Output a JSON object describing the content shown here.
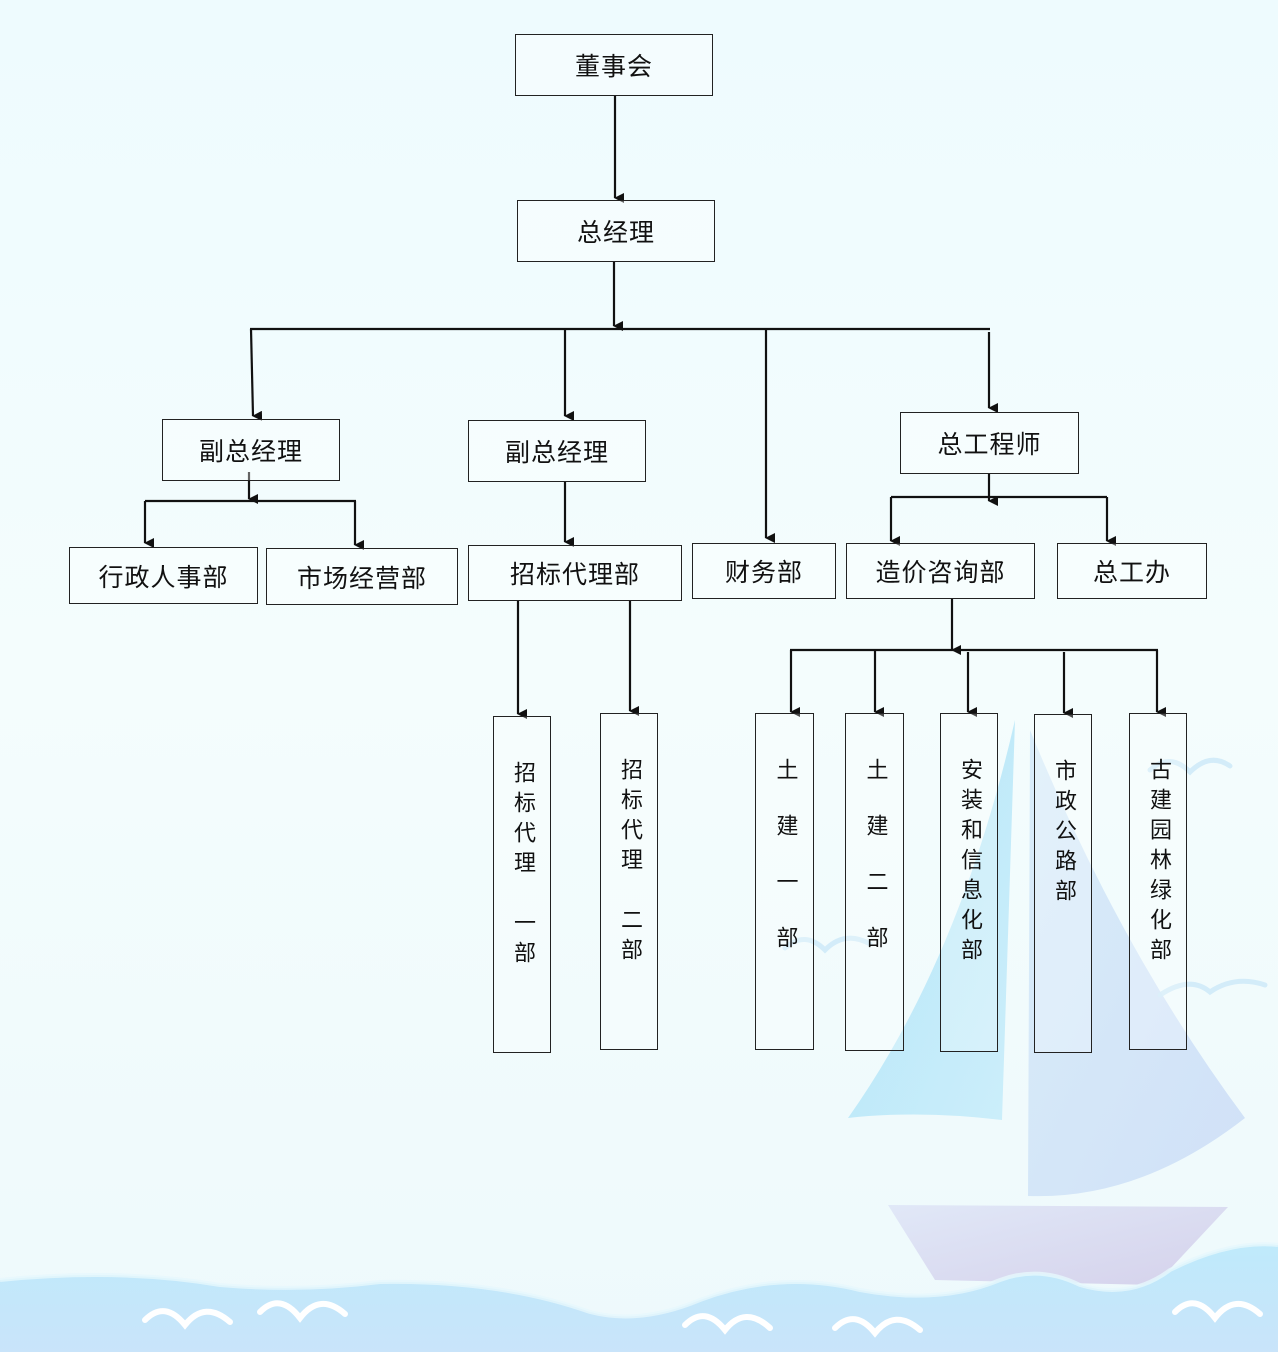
{
  "chart_title": "",
  "nodes": {
    "board": "董事会",
    "general_manager": "总经理",
    "deputy_gm_1": "副总经理",
    "deputy_gm_2": "副总经理",
    "chief_engineer": "总工程师",
    "admin_hr": "行政人事部",
    "marketing": "市场经营部",
    "bidding_agency": "招标代理部",
    "finance": "财务部",
    "cost_consulting": "造价咨询部",
    "chief_eng_office": "总工办",
    "bidding_1": "招标代理　一部",
    "bidding_2": "招标代理　二部",
    "civil_1": "土建一部",
    "civil_2": "土建二部",
    "install_info": "安装和信息化部",
    "municipal_road": "市政公路部",
    "landscape": "古建园林绿化部"
  },
  "edges": [
    [
      "board",
      "general_manager"
    ],
    [
      "general_manager",
      "deputy_gm_1"
    ],
    [
      "general_manager",
      "deputy_gm_2"
    ],
    [
      "general_manager",
      "finance"
    ],
    [
      "general_manager",
      "chief_engineer"
    ],
    [
      "deputy_gm_1",
      "admin_hr"
    ],
    [
      "deputy_gm_1",
      "marketing"
    ],
    [
      "deputy_gm_2",
      "bidding_agency"
    ],
    [
      "bidding_agency",
      "bidding_1"
    ],
    [
      "bidding_agency",
      "bidding_2"
    ],
    [
      "chief_engineer",
      "cost_consulting"
    ],
    [
      "chief_engineer",
      "chief_eng_office"
    ],
    [
      "cost_consulting",
      "civil_1"
    ],
    [
      "cost_consulting",
      "civil_2"
    ],
    [
      "cost_consulting",
      "install_info"
    ],
    [
      "cost_consulting",
      "municipal_road"
    ],
    [
      "cost_consulting",
      "landscape"
    ]
  ],
  "colors": {
    "line": "#111111",
    "sail_left": "#b6e6f8",
    "sail_right": "#cfe0f7",
    "hull": "#d3d6f0",
    "sea": "#c2e9fa"
  }
}
